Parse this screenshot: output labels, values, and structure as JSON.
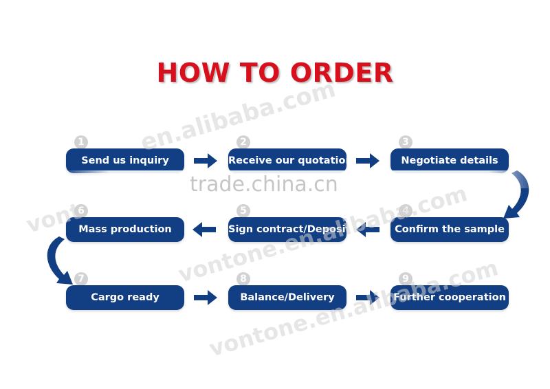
{
  "title": "HOW TO ORDER",
  "steps": [
    {
      "num": "1",
      "label": "Send us inquiry"
    },
    {
      "num": "2",
      "label": "Receive our quotation"
    },
    {
      "num": "3",
      "label": "Negotiate details"
    },
    {
      "num": "4",
      "label": "Confirm the sample"
    },
    {
      "num": "5",
      "label": "Sign contract/Deposit"
    },
    {
      "num": "6",
      "label": "Mass production"
    },
    {
      "num": "7",
      "label": "Cargo ready"
    },
    {
      "num": "8",
      "label": "Balance/Delivery"
    },
    {
      "num": "9",
      "label": "Further cooperation"
    }
  ],
  "watermarks": {
    "alibaba": "en.alibaba.com",
    "vontone": "vontone.en.alibaba.com",
    "vont": "vont",
    "trade": "trade.china.cn"
  },
  "colors": {
    "title": "#d8101d",
    "pill": "#123e84",
    "arrow": "#123e84",
    "badge": "#d2d2d2"
  },
  "icons": [
    "arrow-right-icon",
    "arrow-left-icon",
    "curved-down-arrow-icon"
  ]
}
